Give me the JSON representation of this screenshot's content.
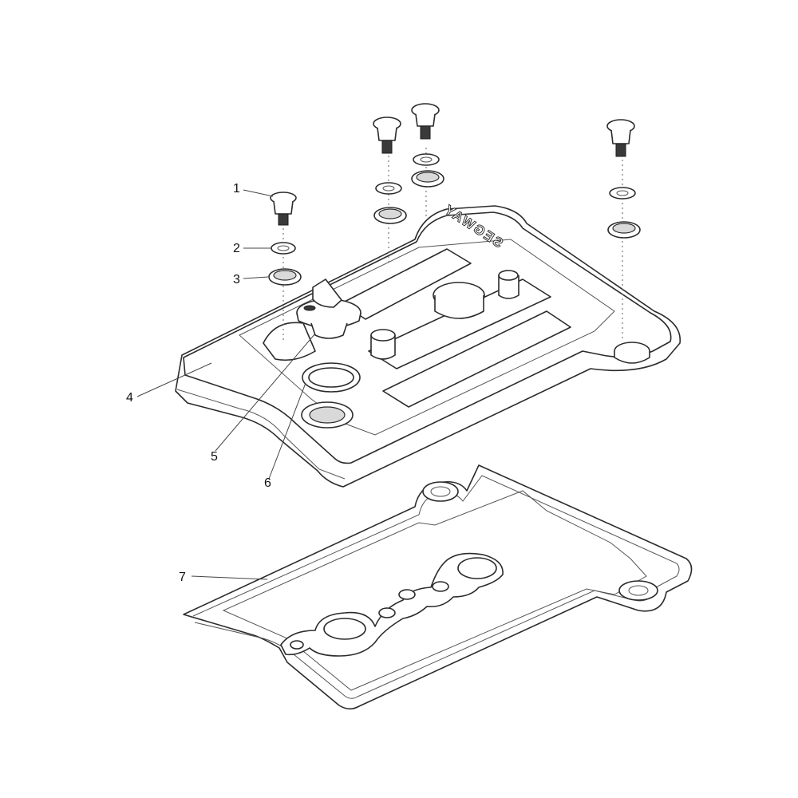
{
  "diagram": {
    "callouts": [
      {
        "id": "1",
        "label": "1"
      },
      {
        "id": "2",
        "label": "2"
      },
      {
        "id": "3",
        "label": "3"
      },
      {
        "id": "4",
        "label": "4"
      },
      {
        "id": "5",
        "label": "5"
      },
      {
        "id": "6",
        "label": "6"
      },
      {
        "id": "7",
        "label": "7"
      }
    ],
    "brand_text": "SEGWAY",
    "line_color": "#2b2b2b"
  }
}
